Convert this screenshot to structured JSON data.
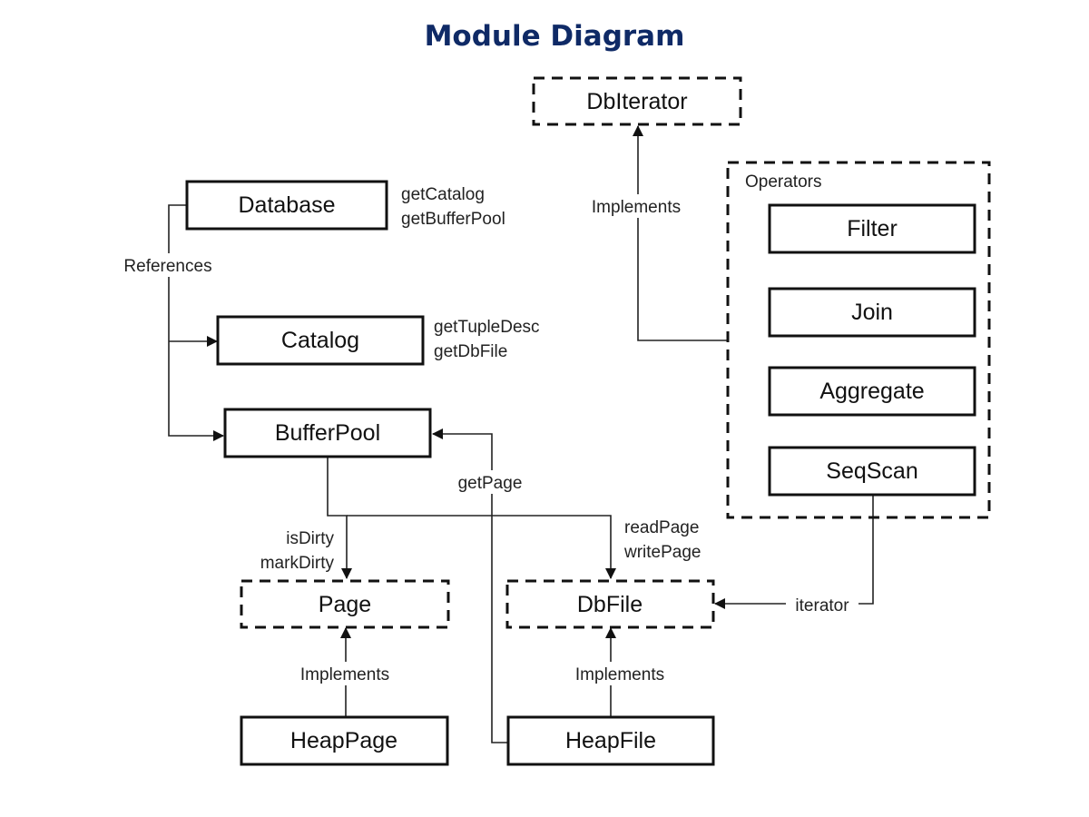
{
  "title": "Module Diagram",
  "boxes": {
    "dbiterator": "DbIterator",
    "database": "Database",
    "catalog": "Catalog",
    "bufferpool": "BufferPool",
    "page": "Page",
    "dbfile": "DbFile",
    "heappage": "HeapPage",
    "heapfile": "HeapFile",
    "filter": "Filter",
    "join": "Join",
    "aggregate": "Aggregate",
    "seqscan": "SeqScan"
  },
  "group": {
    "operators_label": "Operators"
  },
  "labels": {
    "database_methods": [
      "getCatalog",
      "getBufferPool"
    ],
    "catalog_methods": [
      "getTupleDesc",
      "getDbFile"
    ],
    "references": "References",
    "implements_dbiterator": "Implements",
    "getpage": "getPage",
    "page_methods": [
      "isDirty",
      "markDirty"
    ],
    "dbfile_methods": [
      "readPage",
      "writePage"
    ],
    "iterator": "iterator",
    "implements_page": "Implements",
    "implements_dbfile": "Implements"
  }
}
